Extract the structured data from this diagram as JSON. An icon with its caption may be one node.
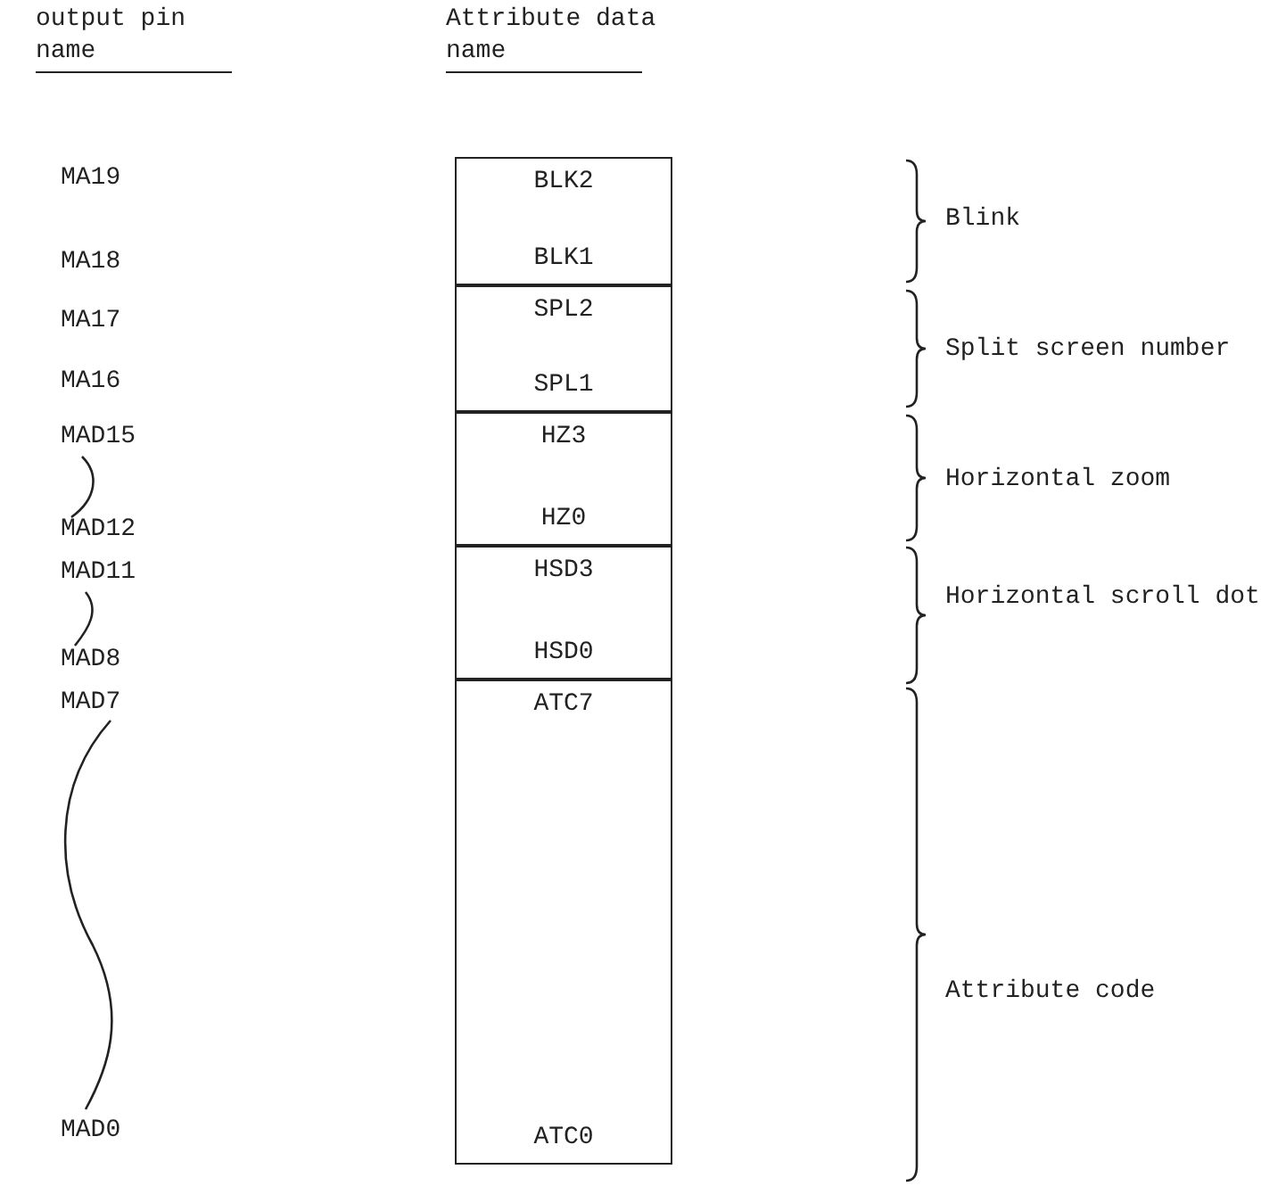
{
  "diagram": {
    "nodes": [
      {
        "text": [
          "BLK2",
          "BLK1"
        ]
      },
      {
        "text": [
          "SPL2",
          "SPL1"
        ]
      },
      {
        "text": [
          "HZ3",
          "HZ0"
        ]
      },
      {
        "text": [
          "HSD3",
          "HSD0"
        ]
      },
      {
        "text": [
          "ATC7",
          "ATC0"
        ]
      }
    ],
    "edges": [],
    "labels": [
      "output pin name",
      "Attribute data name",
      "MA19",
      "MA18",
      "MA17",
      "MA16",
      "MAD15",
      "MAD12",
      "MAD11",
      "MAD8",
      "MAD7",
      "MAD0",
      "Blink",
      "Split screen number",
      "Horizontal zoom",
      "Horizontal scroll dot",
      "Attribute code"
    ]
  }
}
